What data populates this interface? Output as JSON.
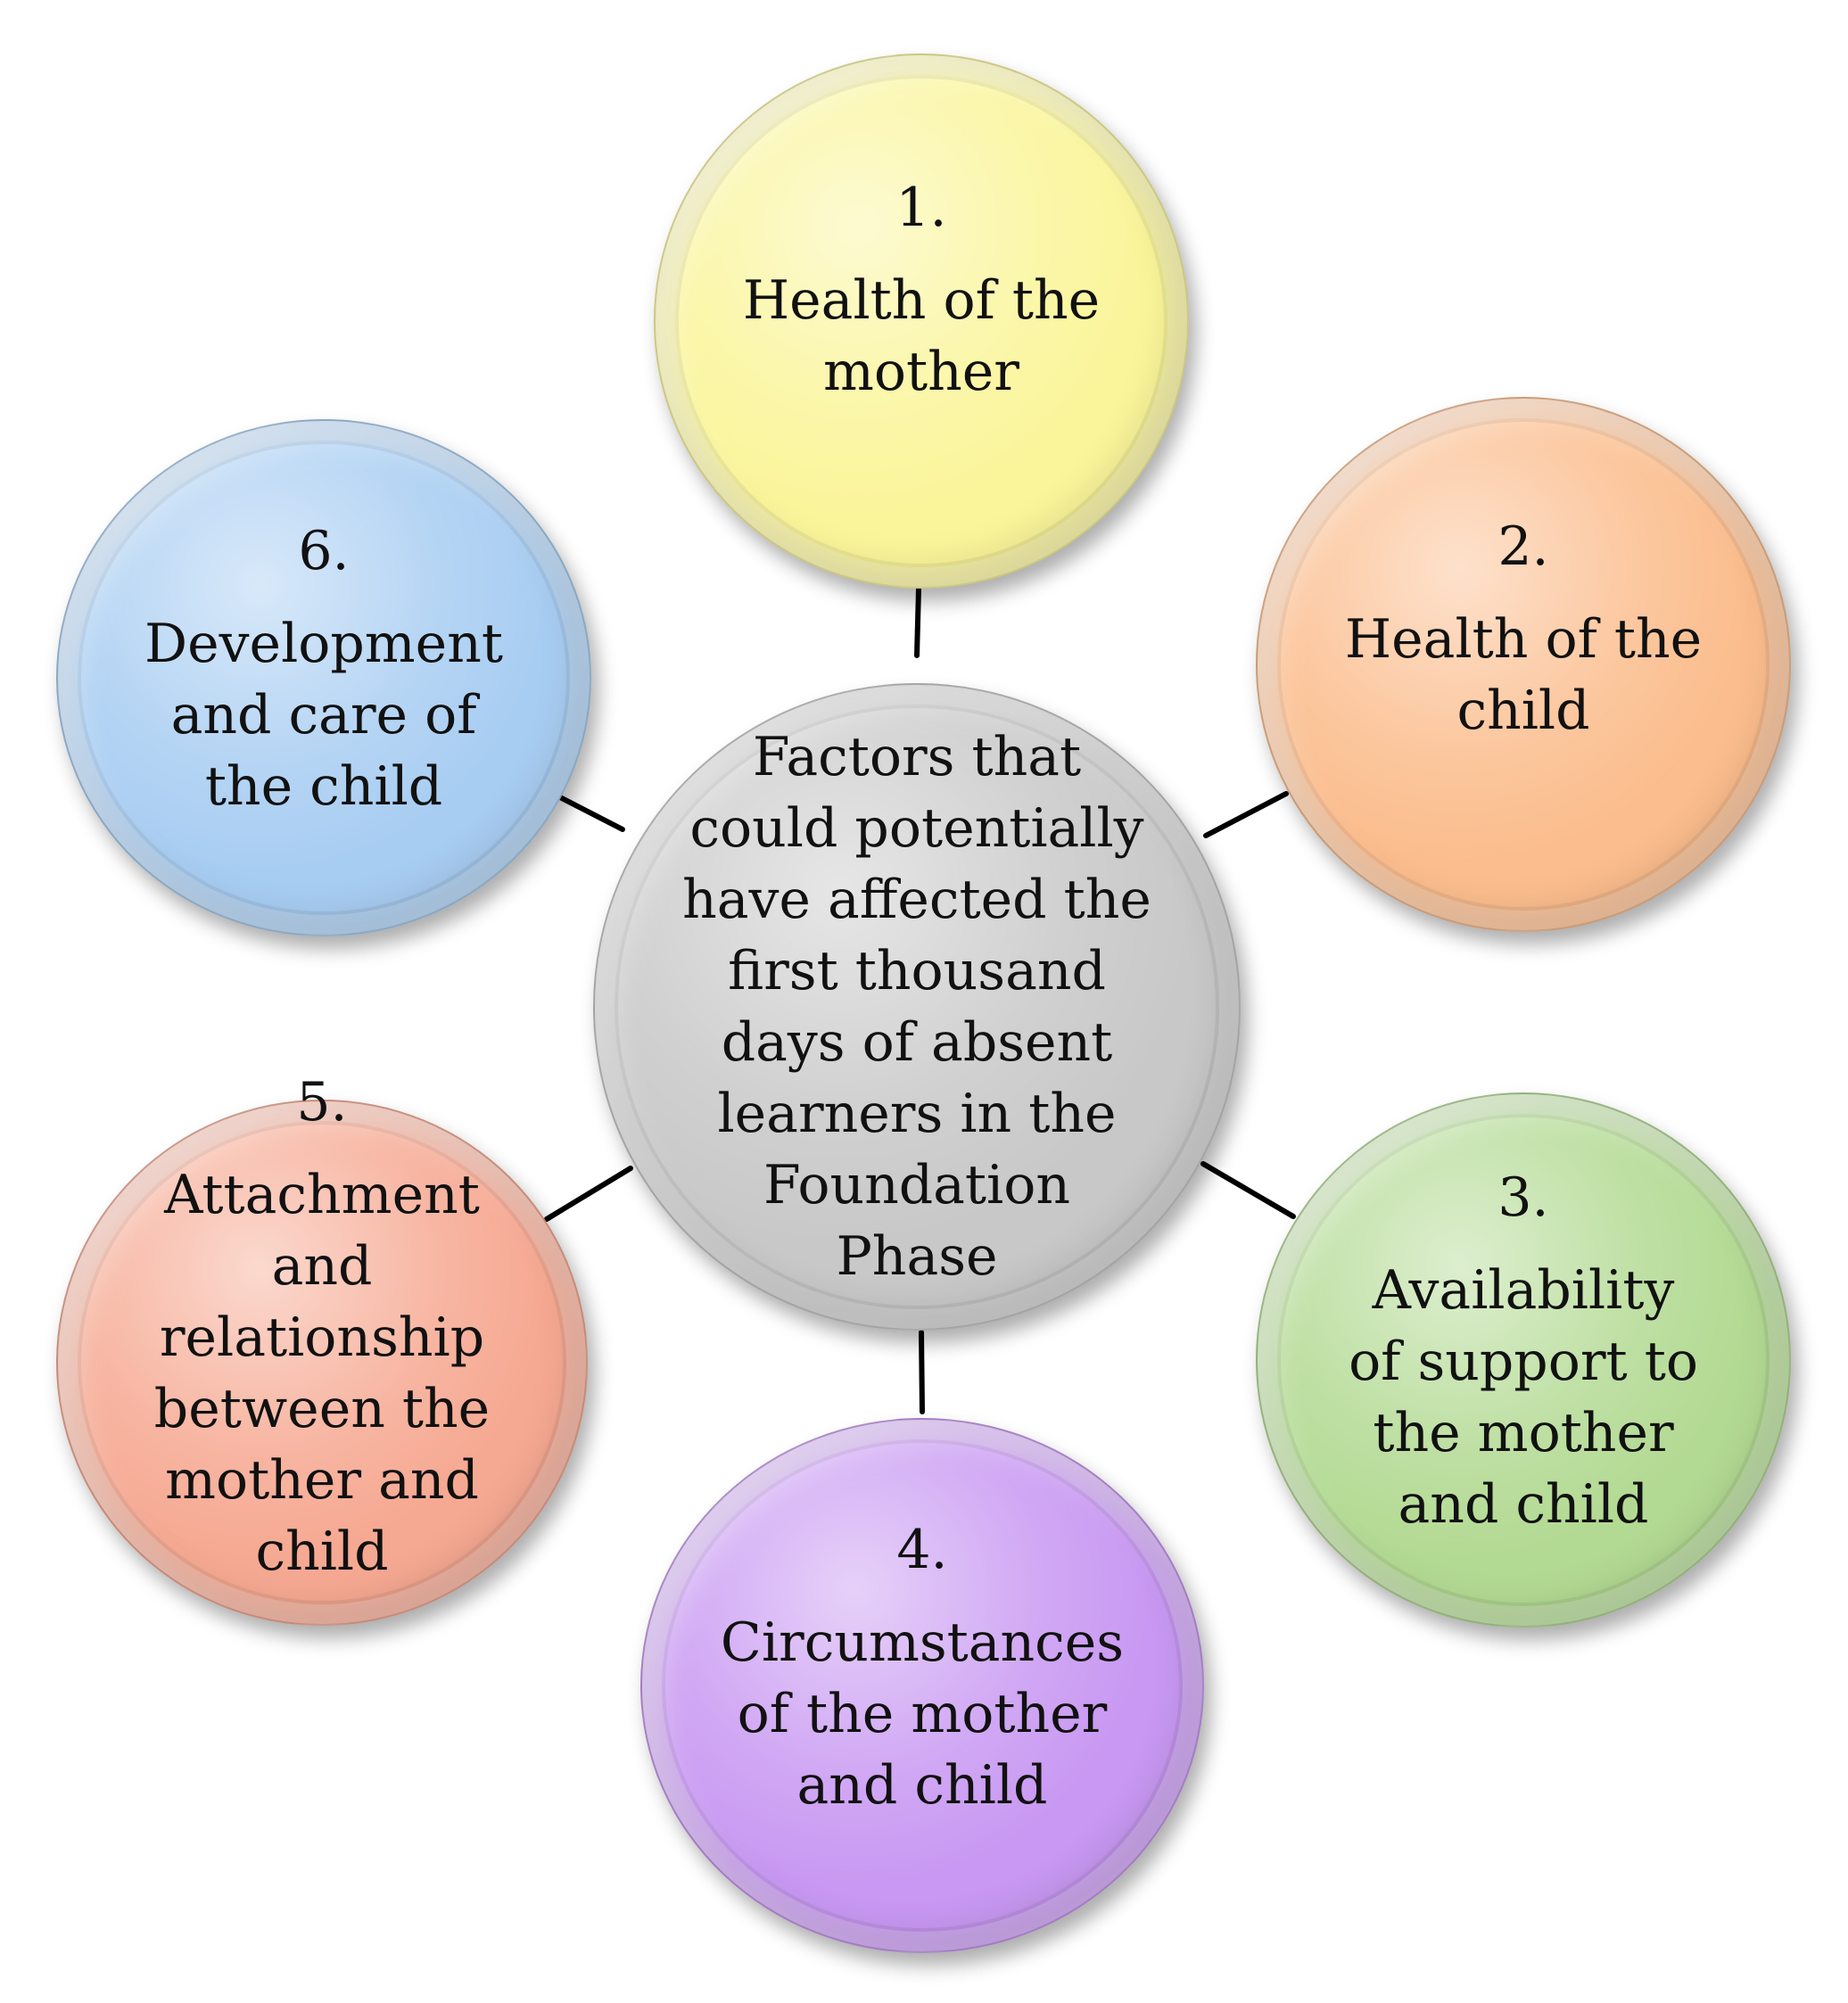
{
  "center": {
    "text": "Factors that\ncould potentially\nhave affected the\nfirst thousand\ndays of absent\nlearners in the\nFoundation\nPhase",
    "color": "#c8c8c8"
  },
  "factors": [
    {
      "number": "1.",
      "text": "Health of the\nmother",
      "color": "#faf59a"
    },
    {
      "number": "2.",
      "text": "Health of the\nchild",
      "color": "#fbbd8d"
    },
    {
      "number": "3.",
      "text": "Availability\nof support to\nthe mother\nand child",
      "color": "#b3da93"
    },
    {
      "number": "4.",
      "text": "Circumstances\nof the mother\nand child",
      "color": "#c898f2"
    },
    {
      "number": "5.",
      "text": "Attachment\nand\nrelationship\nbetween the\nmother and\nchild",
      "color": "#f6a992"
    },
    {
      "number": "6.",
      "text": "Development\nand care of\nthe child",
      "color": "#a8cdf2"
    }
  ]
}
